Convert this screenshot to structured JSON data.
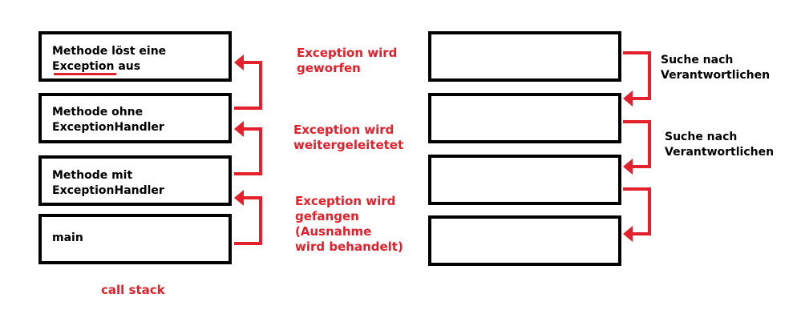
{
  "call_stack": {
    "frames": [
      {
        "line1": "Methode löst eine",
        "line2": "Exception aus"
      },
      {
        "line1": "Methode ohne",
        "line2": "ExceptionHandler"
      },
      {
        "line1": "Methode mit",
        "line2": "ExceptionHandler"
      },
      {
        "line1": "main",
        "line2": ""
      }
    ],
    "caption": "call stack"
  },
  "transitions": [
    {
      "line1": "Exception wird",
      "line2": "geworfen",
      "line3": "",
      "line4": ""
    },
    {
      "line1": "Exception wird",
      "line2": "weitergeleitetet",
      "line3": "",
      "line4": ""
    },
    {
      "line1": "Exception wird",
      "line2": "gefangen",
      "line3": "(Ausnahme",
      "line4": "wird behandelt)"
    }
  ],
  "search_labels": [
    {
      "line1": "Suche nach",
      "line2": "Verantwortlichen"
    },
    {
      "line1": "Suche nach",
      "line2": "Verantwortlichen"
    }
  ],
  "colors": {
    "arrow": "#e3202b",
    "box_border": "#000000"
  }
}
